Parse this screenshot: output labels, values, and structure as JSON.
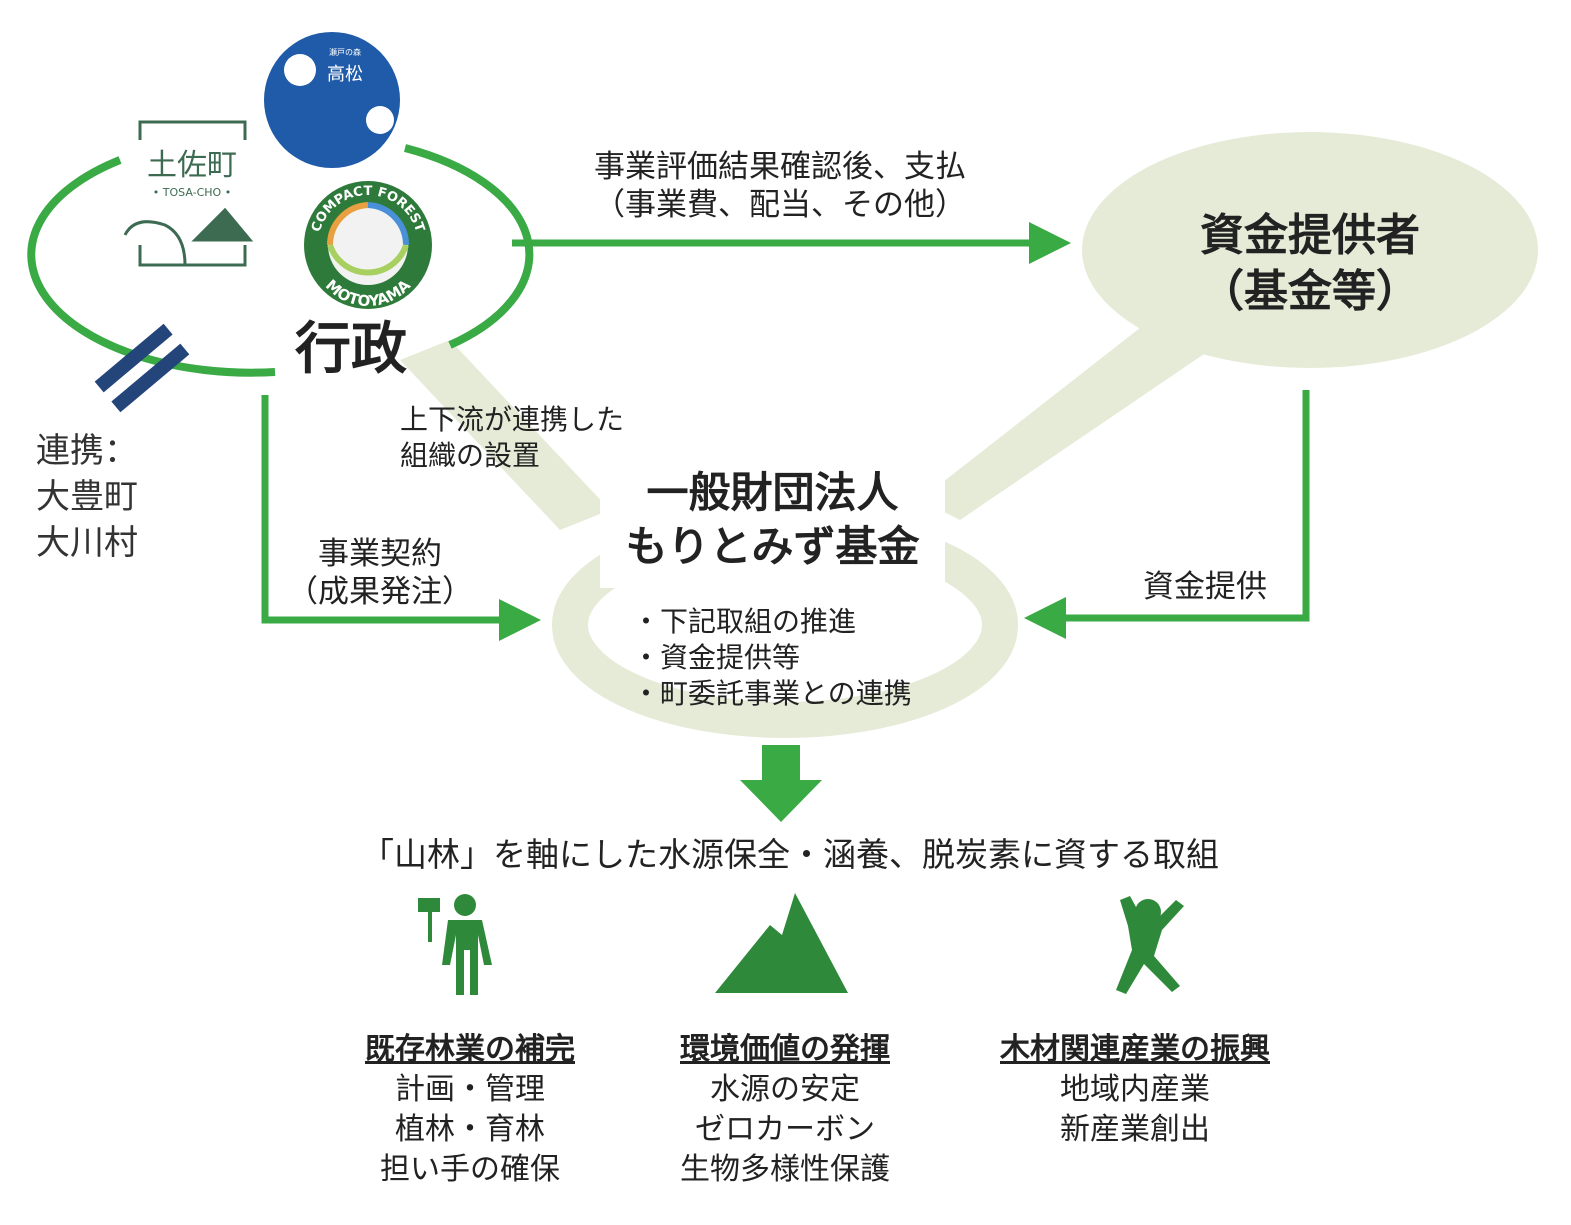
{
  "colors": {
    "green": "#3aaa45",
    "beige": "#e6ebd8",
    "navy": "#23457a",
    "logo_blue": "#1f5ba8",
    "logo_green": "#2e6b4a"
  },
  "logos": {
    "takamatsu": {
      "small": "瀬戸の森",
      "name": "高松"
    },
    "tosa": {
      "name": "土佐町",
      "roman": "• TOSA-CHO •"
    },
    "motoyama": {
      "top": "COMPACT FOREST",
      "bottom": "MOTOYAMA"
    }
  },
  "gyosei": "行政",
  "partner": {
    "label": "連携：",
    "towns": [
      "大豊町",
      "大川村"
    ]
  },
  "payment_arrow": {
    "line1": "事業評価結果確認後、支払",
    "line2": "（事業費、配当、その他）"
  },
  "funder": {
    "line1": "資金提供者",
    "line2": "（基金等）"
  },
  "org_setup": {
    "line1": "上下流が連携した",
    "line2": "組織の設置"
  },
  "contract": {
    "line1": "事業契約",
    "line2": "（成果発注）"
  },
  "funding": "資金提供",
  "foundation": {
    "line1": "一般財団法人",
    "line2": "もりとみず基金",
    "bullets": [
      "・下記取組の推進",
      "・資金提供等",
      "・町委託事業との連携"
    ]
  },
  "goal": "「山林」を軸にした水源保全・涵養、脱炭素に資する取組",
  "columns": [
    {
      "icon": "forester-icon",
      "title": "既存林業の補完",
      "items": [
        "計画・管理",
        "植林・育林",
        "担い手の確保"
      ]
    },
    {
      "icon": "mountain-icon",
      "title": "環境価値の発揮",
      "items": [
        "水源の安定",
        "ゼロカーボン",
        "生物多様性保護"
      ]
    },
    {
      "icon": "running-person-icon",
      "title": "木材関連産業の振興",
      "items": [
        "地域内産業",
        "新産業創出"
      ]
    }
  ]
}
